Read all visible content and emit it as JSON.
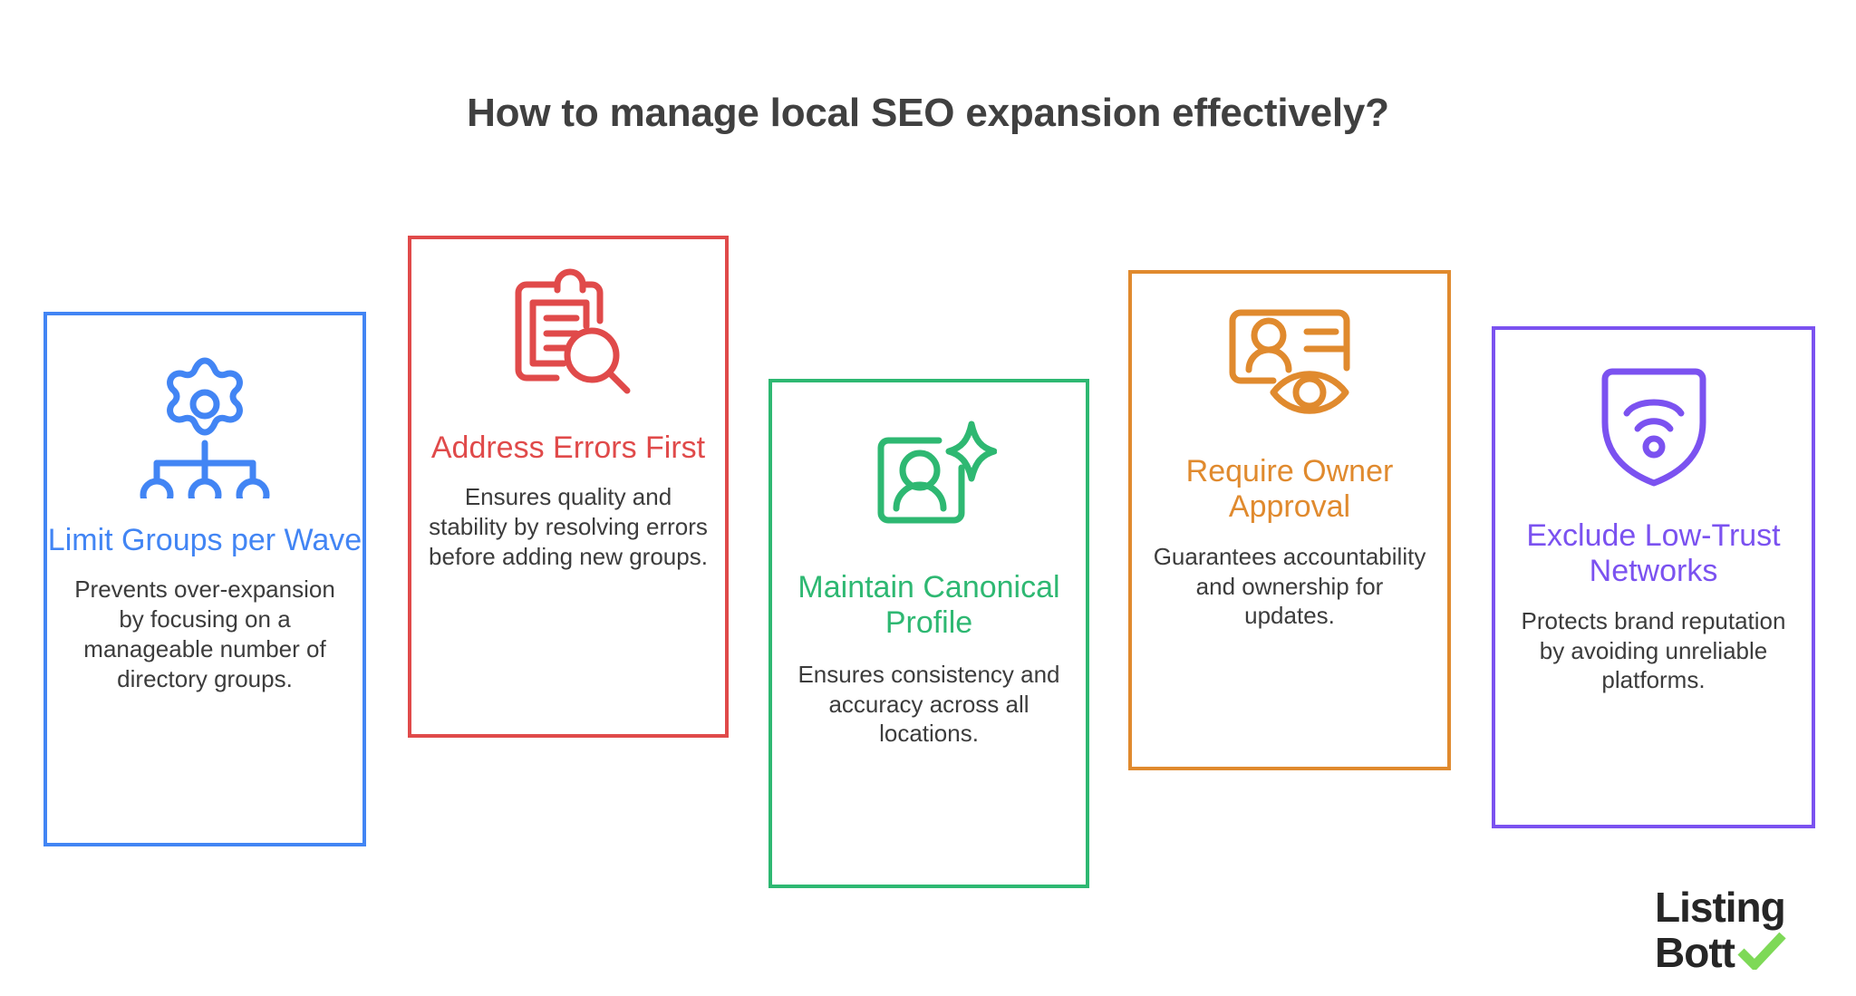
{
  "page": {
    "title": "How to manage local SEO expansion effectively?",
    "background_color": "#ffffff",
    "title_color": "#404040"
  },
  "cards": [
    {
      "title": "Limit Groups per Wave",
      "description": "Prevents over-expansion by focusing on a manageable number of directory groups.",
      "color": "#4285F4",
      "icon": "gear-hierarchy-icon"
    },
    {
      "title": "Address Errors First",
      "description": "Ensures quality and stability by resolving errors before adding new groups.",
      "color": "#E04A4A",
      "icon": "clipboard-search-icon"
    },
    {
      "title": "Maintain Canonical Profile",
      "description": "Ensures consistency and accuracy across all locations.",
      "color": "#2EB872",
      "icon": "profile-sparkle-icon"
    },
    {
      "title": "Require Owner Approval",
      "description": "Guarantees accountability and ownership for updates.",
      "color": "#E08A2E",
      "icon": "id-card-eye-icon"
    },
    {
      "title": "Exclude Low-Trust Networks",
      "description": "Protects brand reputation by avoiding unreliable platforms.",
      "color": "#7B52F0",
      "icon": "shield-wifi-icon"
    }
  ],
  "logo": {
    "line1": "Listing",
    "line2": "Bott",
    "text_color": "#262626",
    "check_color": "#7ED957"
  }
}
